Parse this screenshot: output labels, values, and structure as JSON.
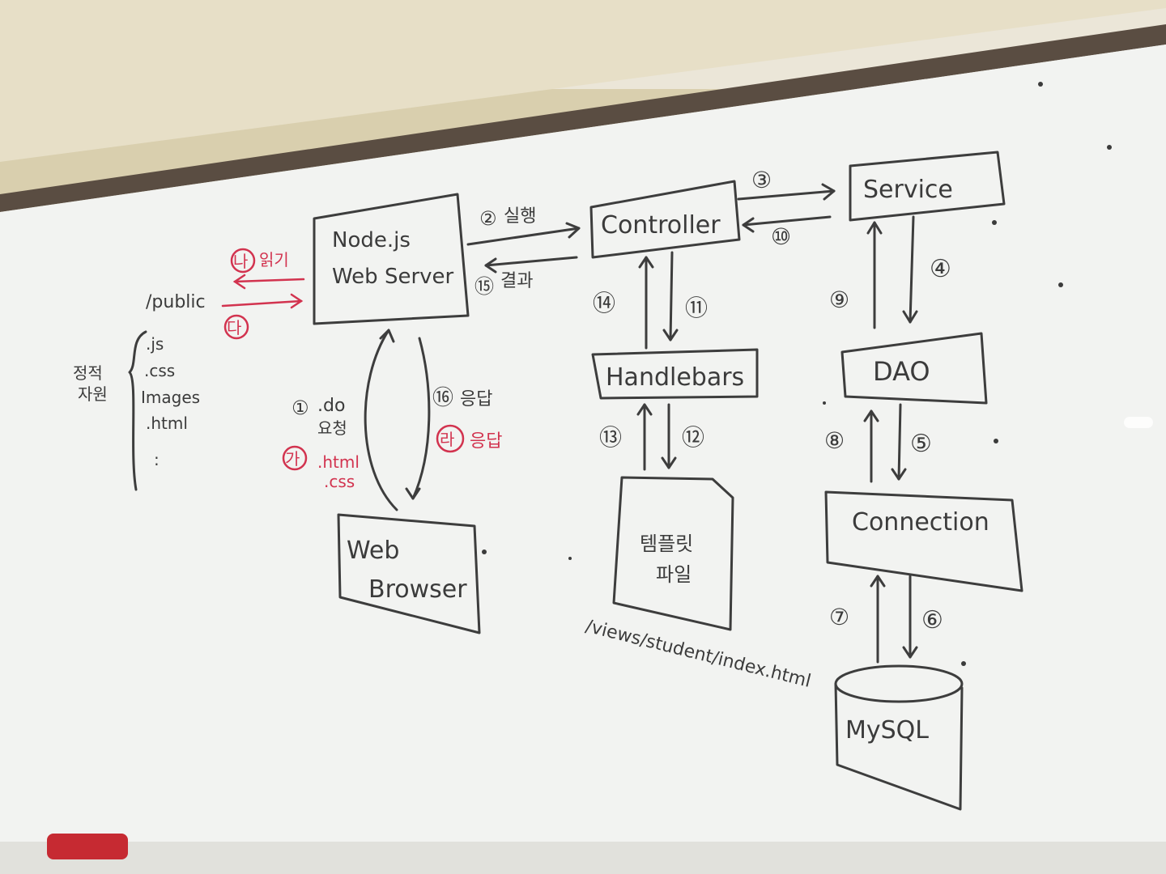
{
  "whiteboard": {
    "nodes": {
      "web_server": [
        "Node.js",
        "Web Server"
      ],
      "controller": "Controller",
      "service": "Service",
      "handlebars": "Handlebars",
      "dao": "DAO",
      "connection": "Connection",
      "mysql": "MySQL",
      "web_browser": [
        "Web",
        "Browser"
      ],
      "template_file": [
        "템플릿",
        "파일"
      ]
    },
    "static_resources": {
      "heading": [
        "정적",
        "자원"
      ],
      "folder": "/public",
      "items": [
        ".js",
        ".css",
        "Images",
        ".html",
        ":"
      ]
    },
    "step_labels": {
      "s1": "①",
      "s1_text": [
        ".do",
        "요청"
      ],
      "s2": "②",
      "s2_text": "실행",
      "s3": "③",
      "s4": "④",
      "s5": "⑤",
      "s6": "⑥",
      "s7": "⑦",
      "s8": "⑧",
      "s9": "⑨",
      "s10": "⑩",
      "s11": "⑪",
      "s12": "⑫",
      "s13": "⑬",
      "s14": "⑭",
      "s15": "⑮",
      "s15_text": "결과",
      "s16": "⑯",
      "s16_text": "응답"
    },
    "red_labels": {
      "ga": "가",
      "ga_text": [
        ".html",
        ".css"
      ],
      "na": "나",
      "na_text": "읽기",
      "da": "다",
      "ra": "라",
      "ra_text": "응답"
    },
    "template_path": "/views/student/index.html",
    "colors": {
      "board": "#f2f3f1",
      "marker_dark": "#3b3b3b",
      "marker_red": "#d2334f",
      "frame": "#5a4d42",
      "wall": "#d9cfae"
    }
  }
}
